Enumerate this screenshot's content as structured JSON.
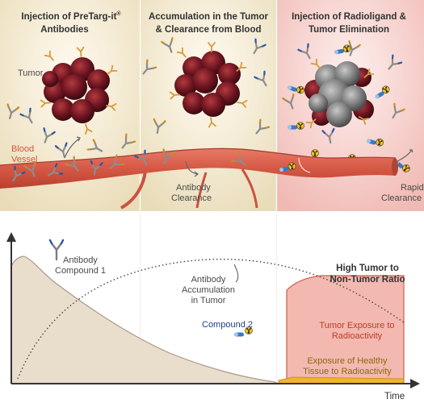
{
  "panels": [
    {
      "title_line1": "Injection of PreTarg-it",
      "title_sup": "®",
      "title_line2": "Antibodies"
    },
    {
      "title_line1": "Accumulation in the Tumor",
      "title_line2": "& Clearance from Blood"
    },
    {
      "title_line1": "Injection of Radioligand &",
      "title_line2": "Tumor Elimination"
    }
  ],
  "labels": {
    "tumor": "Tumor",
    "blood_vessel_1": "Blood",
    "blood_vessel_2": "Vessel",
    "antibody_clearance_1": "Antibody",
    "antibody_clearance_2": "Clearance",
    "rapid_clearance_1": "Rapid",
    "rapid_clearance_2": "Clearance"
  },
  "graph": {
    "compound1_line1": "Antibody",
    "compound1_line2": "Compound 1",
    "accumulation_1": "Antibody",
    "accumulation_2": "Accumulation",
    "accumulation_3": "in Tumor",
    "ratio_1": "High Tumor to",
    "ratio_2": "Non-Tumor Ratio",
    "compound2": "Compound 2",
    "tumor_exposure_1": "Tumor Exposure to",
    "tumor_exposure_2": "Radioactivity",
    "healthy_1": "Exposure of Healthy",
    "healthy_2": "Tissue to Radioactivity",
    "time_axis": "Time"
  },
  "colors": {
    "panel1_bg": "#f3e7cc",
    "panel2_bg": "#f1e6c9",
    "panel3_bg": "#f4c9c5",
    "vessel": "#d45a48",
    "vessel_dark": "#a53a2c",
    "antibody_area": "#e8dac9",
    "radio_area": "#f2b7ad",
    "healthy_area": "#f2b52a",
    "tumor_red": "#7a1a25",
    "compound2_text": "#1e3f8a",
    "tumor_exposure_text": "#c0392b",
    "healthy_text": "#8a6a0a"
  }
}
